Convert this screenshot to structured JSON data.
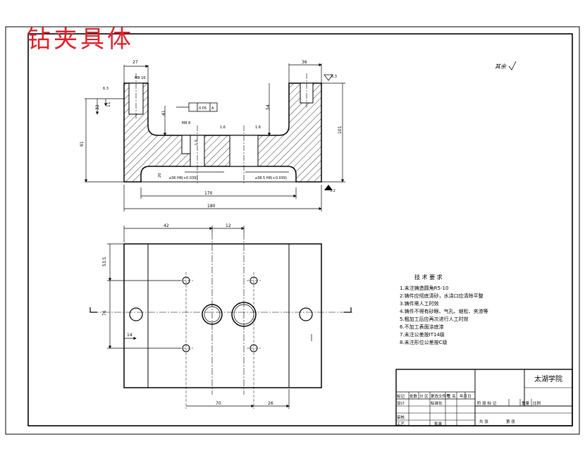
{
  "title": "钻夹具体",
  "roughness_note": "其余",
  "section_view": {
    "dims": {
      "top_left_width": "27",
      "top_left_bore": "M8 16",
      "top_right_width": "36",
      "height_left_1": "32",
      "height_left_2": "11",
      "step": "41",
      "total_height_left": "91",
      "total_height_right": "101",
      "slot_depth": "54",
      "counterbore": "M8 8",
      "dia_small": "1.6",
      "angle_left": "1.6",
      "angle_right": "1.6",
      "hole1": "⌀36 H8(+0.039)",
      "hole2": "⌀38.5 H8(+0.039)",
      "bottom_step": "20",
      "inner_width": "170",
      "overall_width": "180",
      "flatness": "0.05",
      "datum_a": "A",
      "roughness_a": "6.3",
      "roughness_b": "6.3",
      "roughness_c": "3.2"
    }
  },
  "plan_view": {
    "dims": {
      "top_a": "42",
      "top_b": "12",
      "side_a": "53.5",
      "side_b": "76",
      "side_c": "14",
      "bottom_a": "70",
      "bottom_b": "26"
    }
  },
  "tech_requirements": {
    "heading": "技 术 要 求",
    "items": [
      "1.未注铸造圆角R5-10",
      "2.铸件应彻底清砂，水浇口应清除平整",
      "3.铸件需人工时效",
      "4.铸件不得有砂眼、气孔、缩松、夹渣等",
      "5.粗加工后应再次进行人工时效",
      "6.不加工表面涂底漆",
      "7.未注公差按IT14级",
      "8.未注形位公差按C级"
    ]
  },
  "title_block": {
    "school": "太湖学院",
    "row1": [
      "标记",
      "处数",
      "分 区",
      "更改文件号",
      "签 名",
      "年月日"
    ],
    "row2": [
      "设计",
      "",
      "",
      "标准化",
      "",
      ""
    ],
    "row3": [
      "审核",
      "",
      "",
      "",
      "",
      ""
    ],
    "row4": [
      "工艺",
      "",
      "",
      "批准",
      "",
      ""
    ],
    "stage": [
      "阶 段 标 记",
      "重量",
      "比例"
    ],
    "sheets": [
      "共 张",
      "第 张"
    ]
  }
}
